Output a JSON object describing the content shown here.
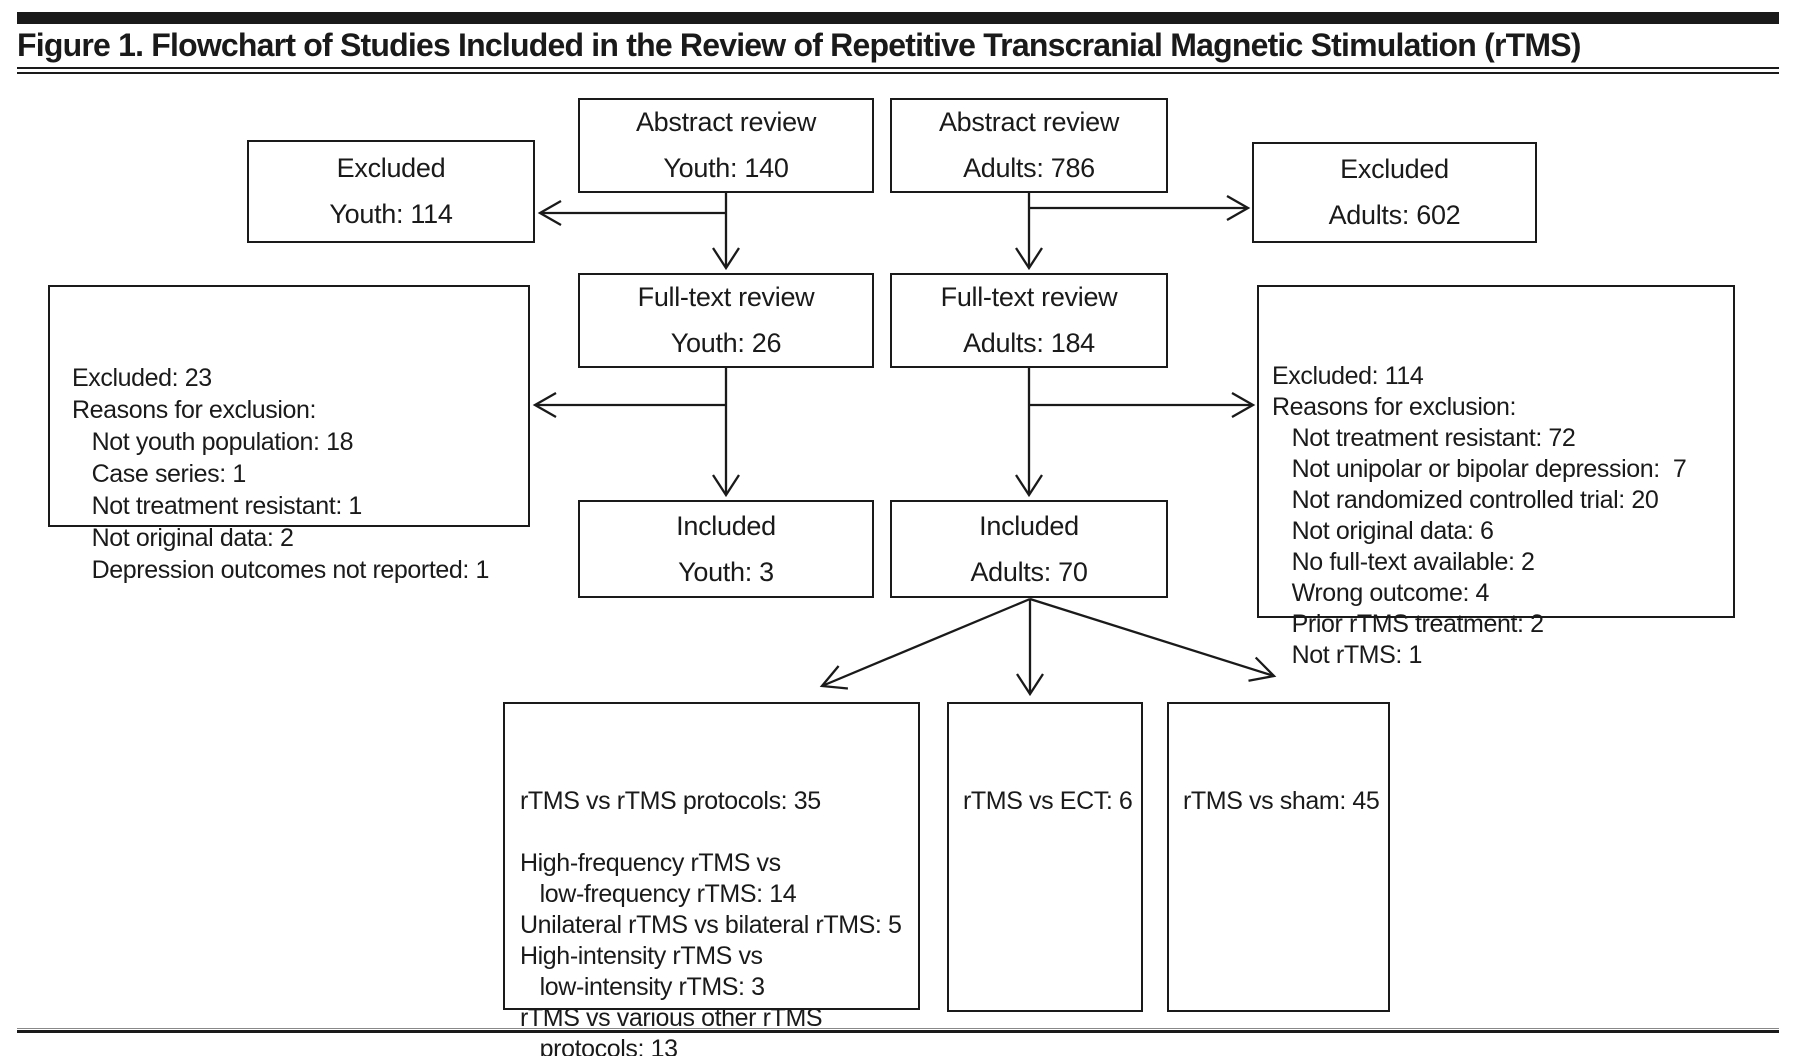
{
  "figure": {
    "title": "Figure 1. Flowchart of Studies Included in the Review of Repetitive Transcranial Magnetic Stimulation (rTMS)"
  },
  "palette": {
    "ink": "#1a1a1a",
    "paper": "#ffffff"
  },
  "boxes": {
    "abstract_youth": {
      "line1": "Abstract review",
      "line2": "Youth: 140"
    },
    "abstract_adults": {
      "line1": "Abstract review",
      "line2": "Adults: 786"
    },
    "excluded_youth": {
      "line1": "Excluded",
      "line2": "Youth: 114"
    },
    "excluded_adults": {
      "line1": "Excluded",
      "line2": "Adults: 602"
    },
    "fulltext_youth": {
      "line1": "Full-text review",
      "line2": "Youth: 26"
    },
    "fulltext_adults": {
      "line1": "Full-text review",
      "line2": "Adults: 184"
    },
    "included_youth": {
      "line1": "Included",
      "line2": "Youth: 3"
    },
    "included_adults": {
      "line1": "Included",
      "line2": "Adults: 70"
    },
    "reasons_youth": {
      "lines": [
        "Excluded: 23",
        "Reasons for exclusion:",
        "   Not youth population: 18",
        "   Case series: 1",
        "   Not treatment resistant: 1",
        "   Not original data: 2",
        "   Depression outcomes not reported: 1"
      ]
    },
    "reasons_adults": {
      "lines": [
        "Excluded: 114",
        "Reasons for exclusion:",
        "   Not treatment resistant: 72",
        "   Not unipolar or bipolar depression:  7",
        "   Not randomized controlled trial: 20",
        "   Not original data: 6",
        "   No full-text available: 2",
        "   Wrong outcome: 4",
        "   Prior rTMS treatment: 2",
        "   Not rTMS: 1"
      ]
    },
    "protocols": {
      "lines": [
        "rTMS vs rTMS protocols: 35",
        "",
        "High-frequency rTMS vs",
        "   low-frequency rTMS: 14",
        "Unilateral rTMS vs bilateral rTMS: 5",
        "High-intensity rTMS vs",
        "   low-intensity rTMS: 3",
        "rTMS vs various other rTMS",
        "   protocols: 13"
      ]
    },
    "ect": {
      "lines": [
        "rTMS vs ECT: 6"
      ]
    },
    "sham": {
      "lines": [
        "rTMS vs sham: 45"
      ]
    }
  },
  "arrows": [
    {
      "from": "abstract-review-youth",
      "to": "excluded-youth"
    },
    {
      "from": "abstract-review-youth",
      "to": "full-text-review-youth"
    },
    {
      "from": "abstract-review-adults",
      "to": "excluded-adults"
    },
    {
      "from": "abstract-review-adults",
      "to": "full-text-review-adults"
    },
    {
      "from": "full-text-review-youth",
      "to": "exclusion-reasons-youth"
    },
    {
      "from": "full-text-review-youth",
      "to": "included-youth"
    },
    {
      "from": "full-text-review-adults",
      "to": "exclusion-reasons-adults"
    },
    {
      "from": "full-text-review-adults",
      "to": "included-adults"
    },
    {
      "from": "included-adults",
      "to": "rtms-vs-rtms-protocols"
    },
    {
      "from": "included-adults",
      "to": "rtms-vs-ect"
    },
    {
      "from": "included-adults",
      "to": "rtms-vs-sham"
    }
  ]
}
